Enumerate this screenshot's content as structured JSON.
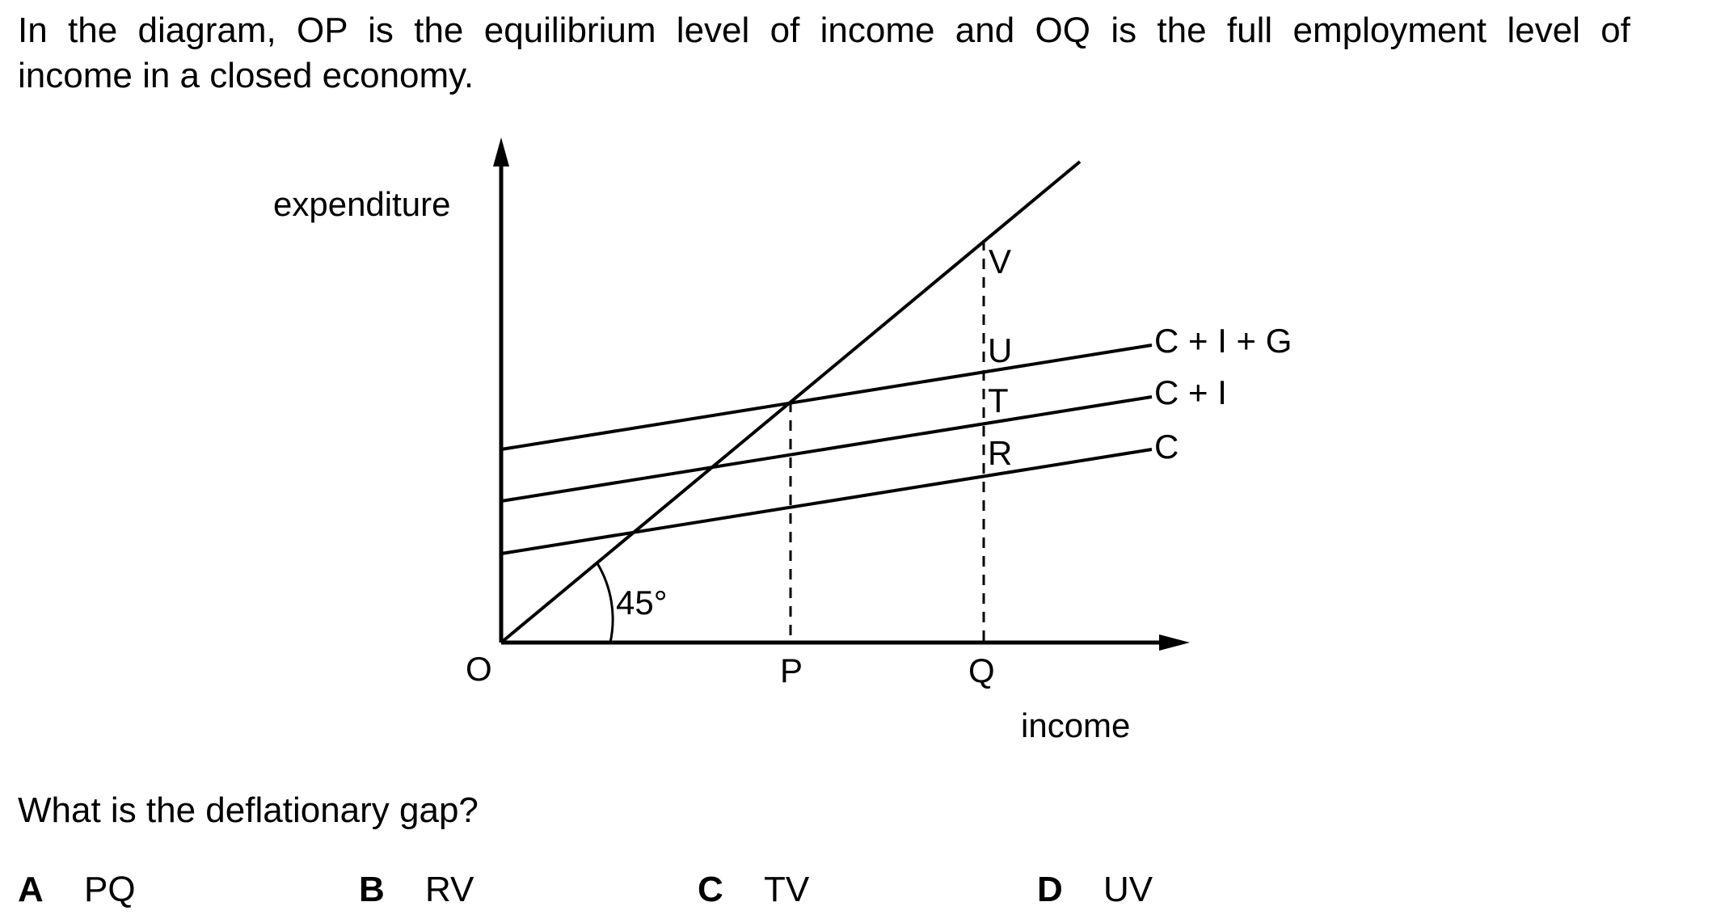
{
  "intro": {
    "line1": "In the diagram, OP is the equilibrium level of income and OQ is the full employment level of",
    "line2": "income in a closed economy."
  },
  "diagram": {
    "y_axis_label": "expenditure",
    "x_axis_label": "income",
    "origin_label": "O",
    "angle_label": "45°",
    "x_points": [
      "P",
      "Q"
    ],
    "points": [
      "V",
      "U",
      "T",
      "R"
    ],
    "curves": [
      "C + I + G",
      "C + I",
      "C"
    ]
  },
  "question": "What is the deflationary gap?",
  "options": [
    {
      "letter": "A",
      "text": "PQ"
    },
    {
      "letter": "B",
      "text": "RV"
    },
    {
      "letter": "C",
      "text": "TV"
    },
    {
      "letter": "D",
      "text": "UV"
    }
  ]
}
